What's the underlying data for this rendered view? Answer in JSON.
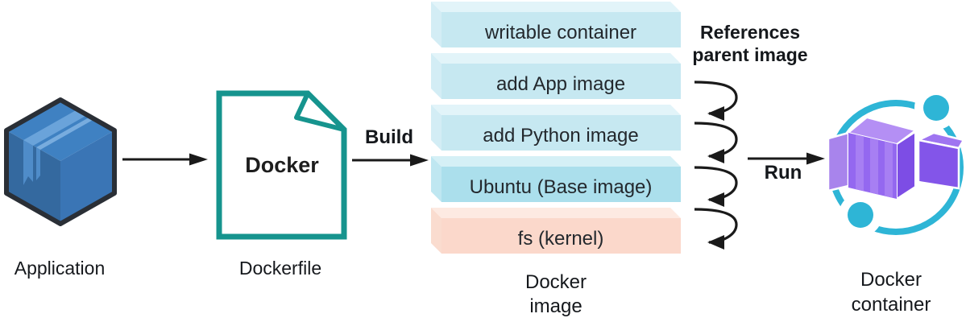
{
  "labels": {
    "application": "Application",
    "dockerfile": "Dockerfile",
    "dockerfile_doc": "Docker",
    "build": "Build",
    "run": "Run",
    "references_line1": "References",
    "references_line2": "parent image",
    "docker_image_line1": "Docker",
    "docker_image_line2": "image",
    "docker_container_line1": "Docker",
    "docker_container_line2": "container"
  },
  "stack": {
    "layers": [
      {
        "label": "writable container",
        "face": "#c6e8f1",
        "top": "#e2f4f9",
        "side": "#d3edf5"
      },
      {
        "label": "add App image",
        "face": "#c6e8f1",
        "top": "#e2f4f9",
        "side": "#d3edf5"
      },
      {
        "label": "add Python image",
        "face": "#c6e8f1",
        "top": "#e2f4f9",
        "side": "#d3edf5"
      },
      {
        "label": "Ubuntu (Base image)",
        "face": "#abdfec",
        "top": "#d5f0f6",
        "side": "#bfe7f1"
      },
      {
        "label": "fs (kernel)",
        "face": "#fbd8cb",
        "top": "#fdeae2",
        "side": "#fadccf"
      }
    ]
  },
  "colors": {
    "arrow": "#1a1a1a",
    "teal_border": "#16948e",
    "ring_teal": "#2eb5d6",
    "box_top": "#3f81c2",
    "box_left": "#34699f",
    "box_right": "#3a75b5",
    "box_outline": "#2a2f36",
    "tape_light": "#6aa3da",
    "tape_thin": "#78acde",
    "tape_side": "#4f8cc9",
    "purple_left_arm": "#a884ec",
    "purple_top": "#b48ff4",
    "purple_front": "#9468f0",
    "purple_stripe": "#a77ff3",
    "purple_side": "#7d4de5",
    "purple_arm_face": "#8355e9",
    "purple_arm_top": "#9f75f1"
  }
}
